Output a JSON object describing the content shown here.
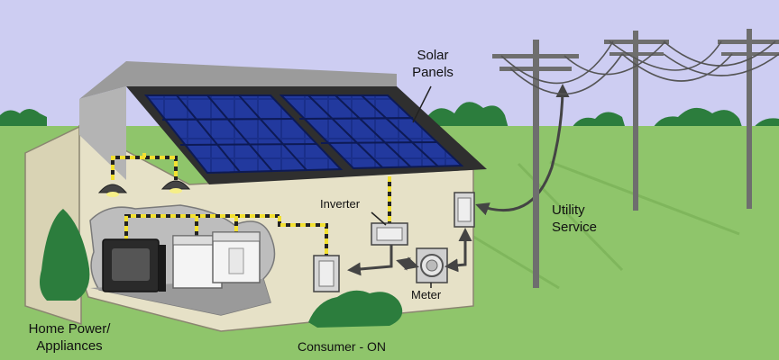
{
  "labels": {
    "solar_panels_line1": "Solar",
    "solar_panels_line2": "Panels",
    "utility_service_line1": "Utility",
    "utility_service_line2": "Service",
    "inverter": "Inverter",
    "meter": "Meter",
    "home_power_line1": "Home Power/",
    "home_power_line2": "Appliances",
    "consumer_status": "Consumer - ON"
  },
  "colors": {
    "sky": "#cdcdf2",
    "grass": "#8fc56b",
    "trees": "#2c7d3d",
    "house_wall": "#e6e1c7",
    "roof": "#2f2f2f",
    "solar_cell": "#1a2f8a",
    "wiring": "#f2e030",
    "arrow": "#444444"
  }
}
